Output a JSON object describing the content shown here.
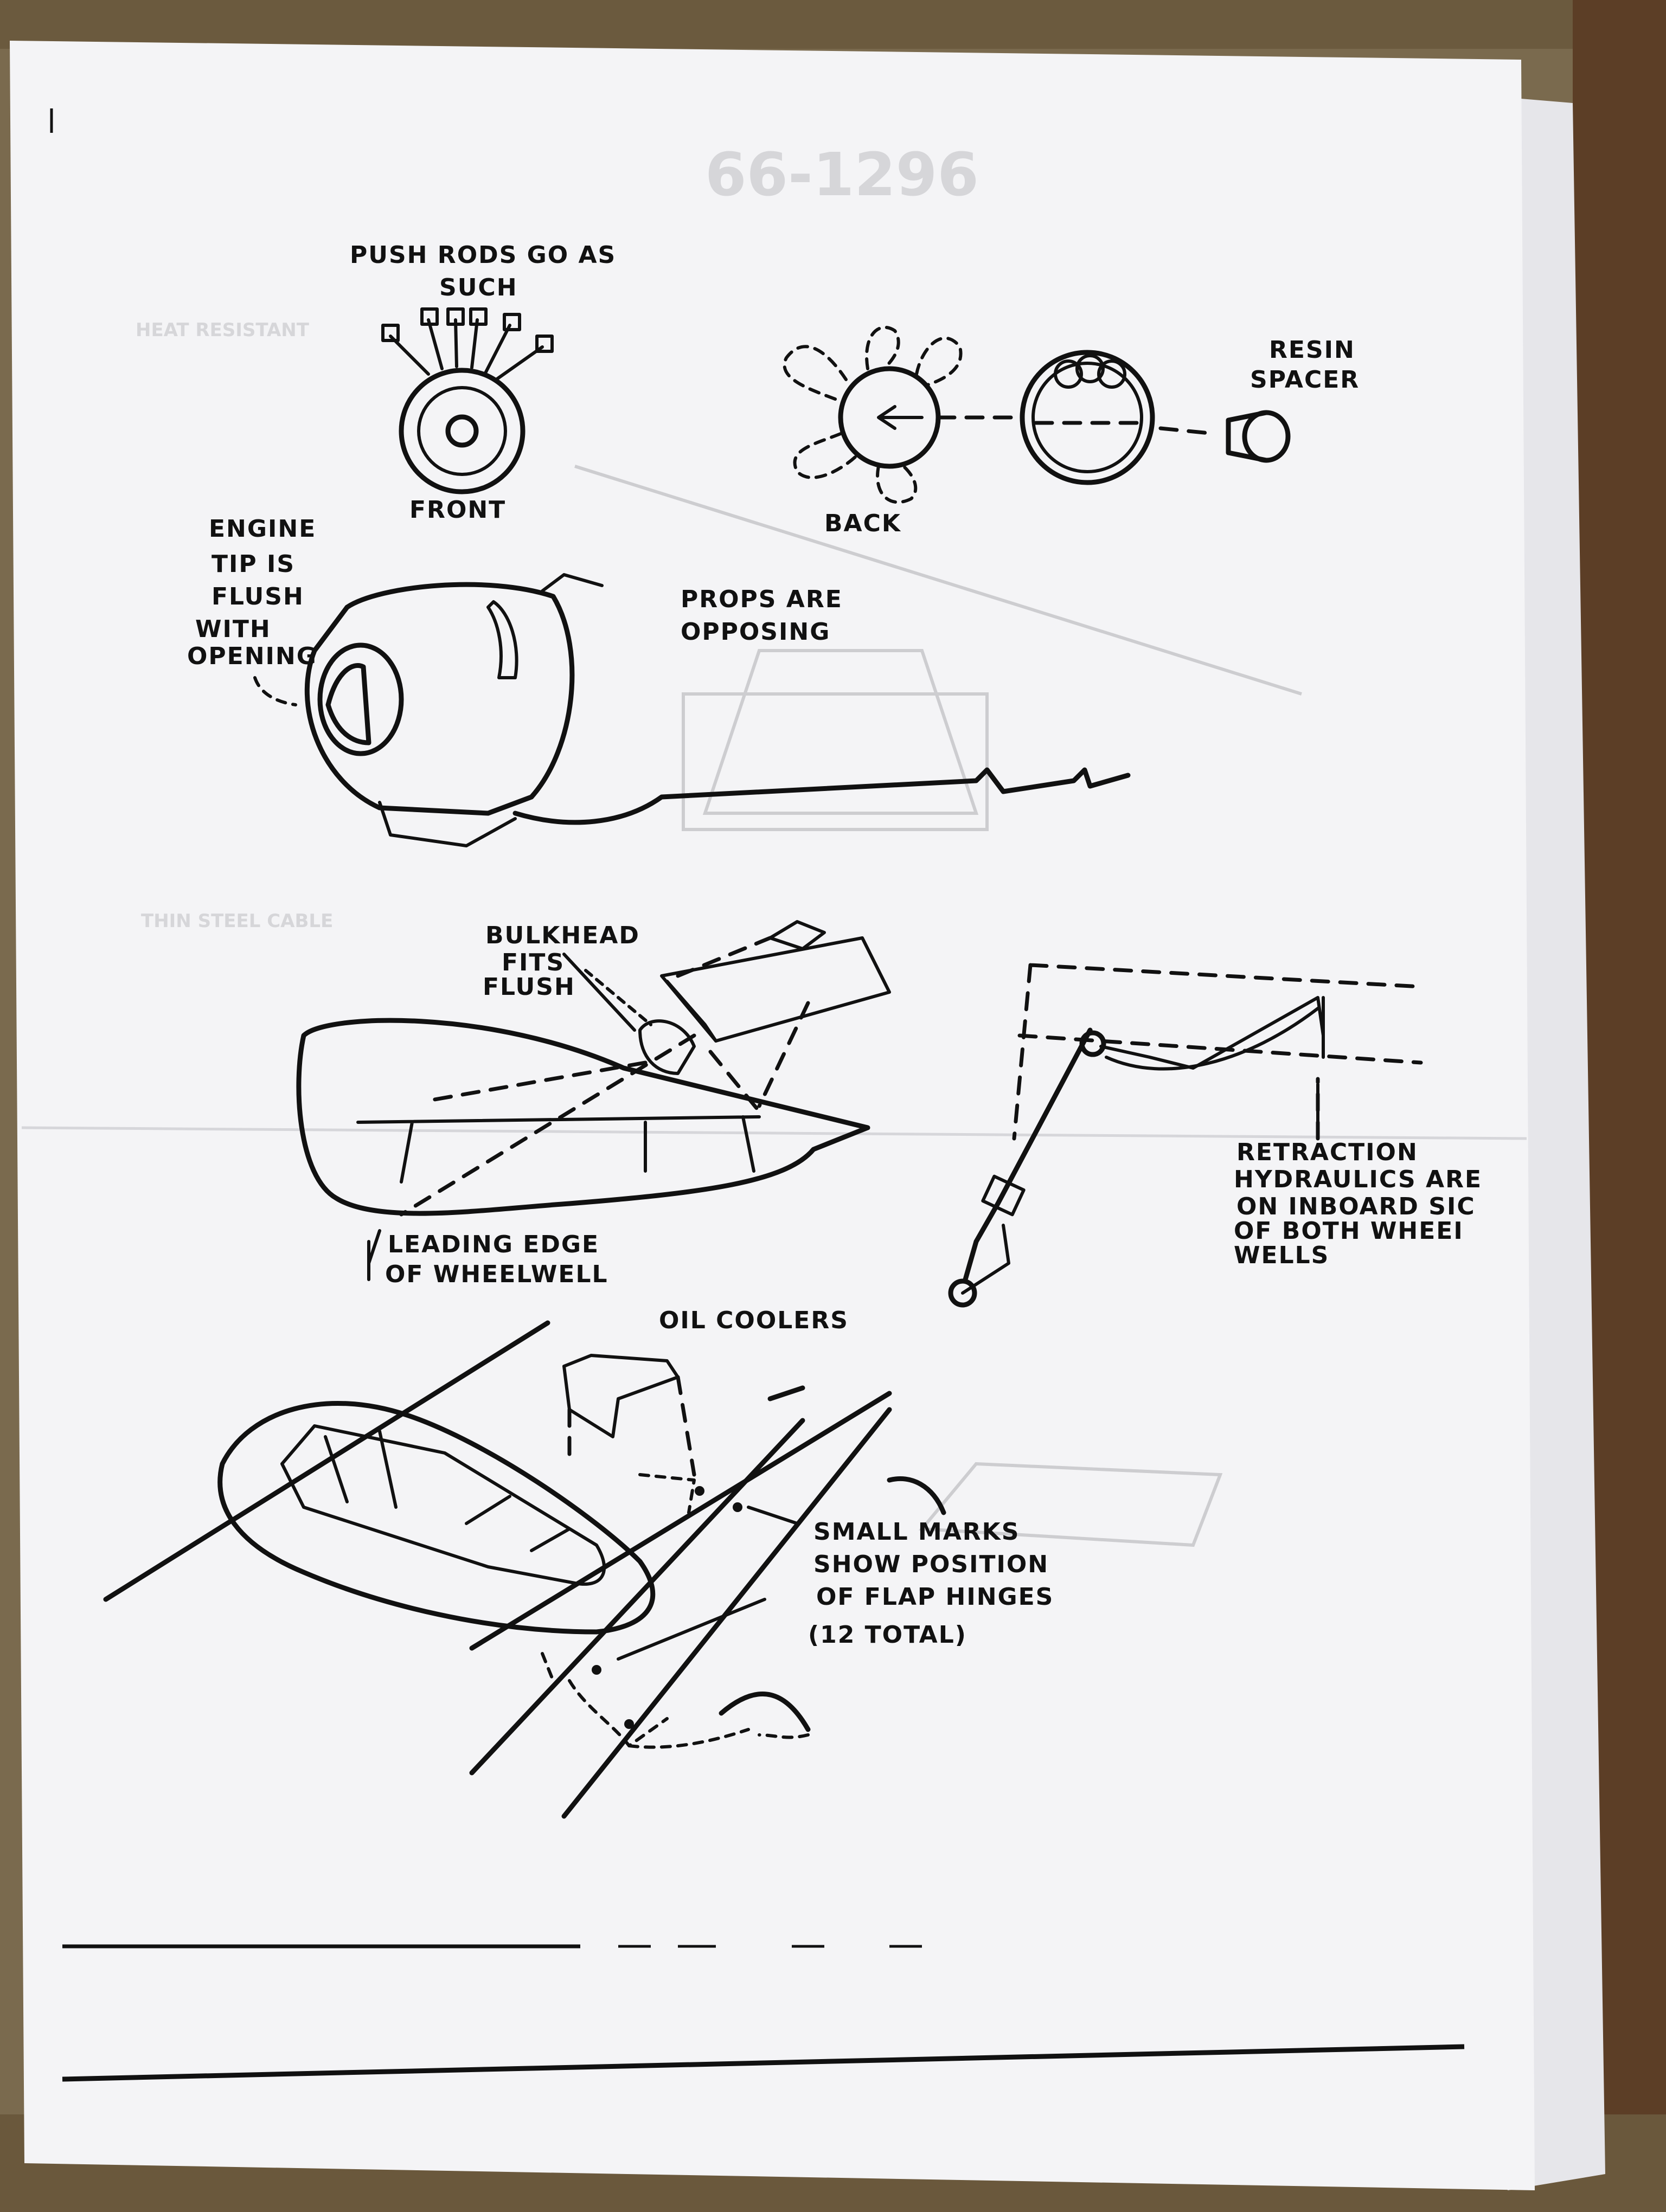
{
  "labels": {
    "pushrods_line1": "PUSH RODS GO AS",
    "pushrods_line2": "SUCH",
    "front": "FRONT",
    "back": "BACK",
    "resin_line1": "RESIN",
    "resin_line2": "SPACER",
    "engine_line1": "ENGINE",
    "engine_line2": "TIP IS",
    "engine_line3": "FLUSH",
    "engine_line4": "WITH",
    "engine_line5": "OPENING",
    "props_line1": "PROPS ARE",
    "props_line2": "OPPOSING",
    "bulkhead_line1": "BULKHEAD",
    "bulkhead_line2": "FITS",
    "bulkhead_line3": "FLUSH",
    "leading_line1": "LEADING EDGE",
    "leading_line2": "OF WHEELWELL",
    "retraction_line1": "RETRACTION",
    "retraction_line2": "HYDRAULICS ARE",
    "retraction_line3": "ON INBOARD SIC",
    "retraction_line4": "OF BOTH WHEEI",
    "retraction_line5": "WELLS",
    "oil_coolers": "OIL COOLERS",
    "marks_line1": "SMALL MARKS",
    "marks_line2": "SHOW POSITION",
    "marks_line3": "OF FLAP HINGES",
    "marks_line4": "(12 TOTAL)"
  },
  "colors": {
    "paper": "#f4f4f6",
    "ink": "#111111",
    "background": "#7a6a4e"
  }
}
